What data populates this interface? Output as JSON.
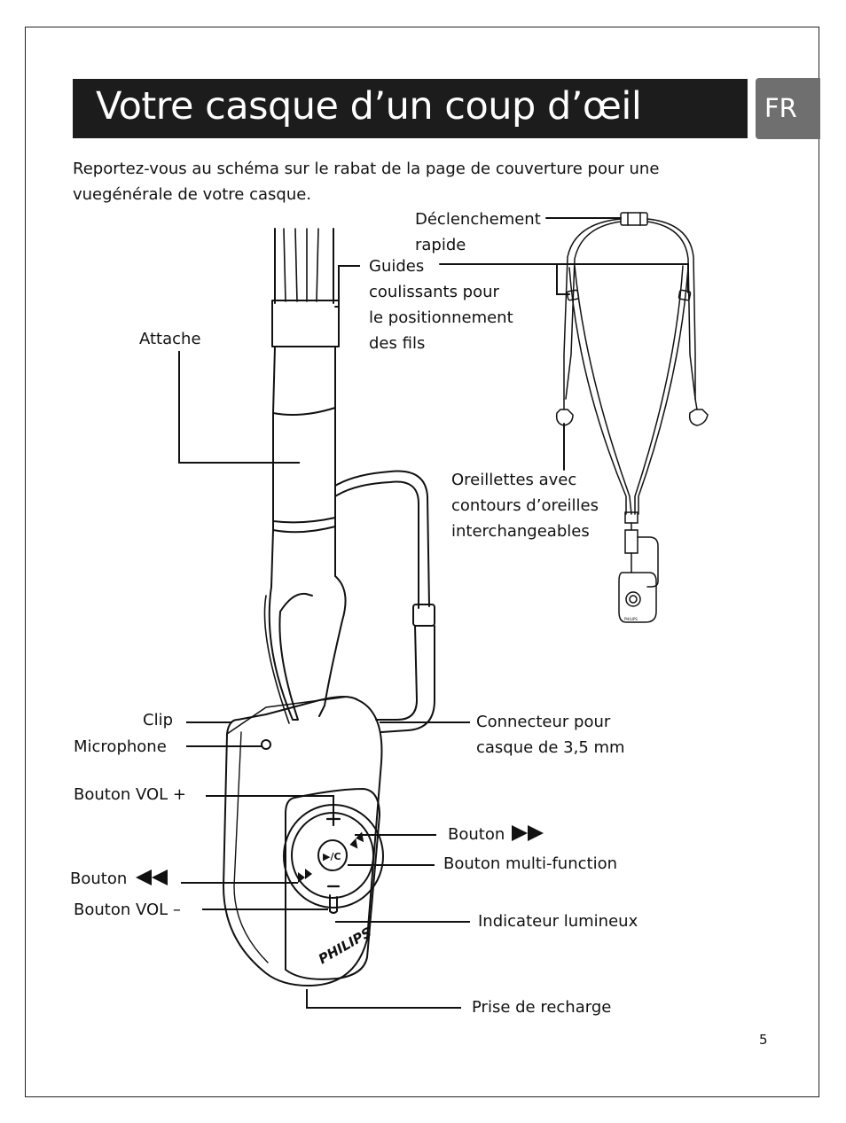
{
  "title": "Votre casque d’un coup d’œil",
  "language_tab": "FR",
  "intro": "Reportez-vous au schéma sur le rabat de la page de couverture pour une vuegénérale de votre casque.",
  "labels": {
    "declenchement": [
      "Déclenchement",
      "rapide"
    ],
    "guides": [
      "Guides",
      "coulissants pour",
      "le positionnement",
      "des fils"
    ],
    "attache": "Attache",
    "oreillettes": [
      "Oreillettes avec",
      "contours d’oreilles",
      "interchangeables"
    ],
    "clip": "Clip",
    "microphone": "Microphone",
    "connecteur": [
      "Connecteur pour",
      "casque de 3,5 mm"
    ],
    "vol_plus": "Bouton VOL +",
    "bouton_ff": "Bouton",
    "multi": "Bouton multi-function",
    "bouton_rew": "Bouton",
    "vol_minus": "Bouton VOL –",
    "indicateur": "Indicateur lumineux",
    "prise": "Prise de recharge"
  },
  "device": {
    "brand": "PHILIPS",
    "center_button": "▶/C"
  },
  "icons": {
    "fast_forward": "fast-forward-icon",
    "rewind": "rewind-icon"
  },
  "page_number": "5"
}
